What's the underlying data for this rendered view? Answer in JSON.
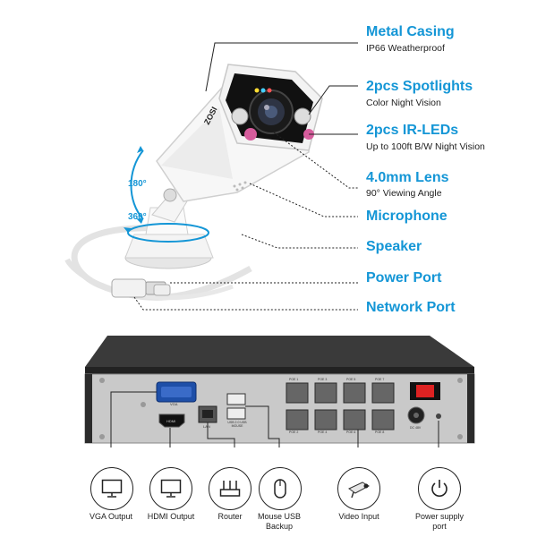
{
  "camera": {
    "brand": "ZOSI",
    "rotation_vertical": "180°",
    "rotation_horizontal": "360°"
  },
  "features": [
    {
      "title": "Metal Casing",
      "subtitle": "IP66 Weatherproof"
    },
    {
      "title": "2pcs Spotlights",
      "subtitle": "Color Night Vision"
    },
    {
      "title": "2pcs IR-LEDs",
      "subtitle": "Up to 100ft B/W Night Vision"
    },
    {
      "title": "4.0mm Lens",
      "subtitle": "90° Viewing Angle"
    },
    {
      "title": "Microphone",
      "subtitle": ""
    },
    {
      "title": "Speaker",
      "subtitle": ""
    },
    {
      "title": "Power Port",
      "subtitle": ""
    },
    {
      "title": "Network Port",
      "subtitle": ""
    }
  ],
  "nvr_panel": {
    "vga": "VGA",
    "hdmi": "HDMI",
    "lan": "LAN",
    "usb": "USB 2.0 USB MOUSE",
    "poe_top": [
      "POE 1",
      "POE 3",
      "POE 5",
      "POE 7"
    ],
    "poe_bottom": [
      "POE 2",
      "POE 4",
      "POE 6",
      "POE 8"
    ],
    "dc": "DC 48V"
  },
  "ports": [
    {
      "label": "VGA Output",
      "icon": "monitor-icon"
    },
    {
      "label": "HDMI Output",
      "icon": "monitor-icon"
    },
    {
      "label": "Router",
      "icon": "router-icon"
    },
    {
      "label": "Mouse USB Backup",
      "icon": "mouse-icon"
    },
    {
      "label": "Video Input",
      "icon": "camera-icon"
    },
    {
      "label": "Power supply port",
      "icon": "power-icon"
    }
  ],
  "colors": {
    "accent": "#1496d6",
    "nvr_body": "#2b2b2b",
    "nvr_panel": "#c9c9c9"
  }
}
